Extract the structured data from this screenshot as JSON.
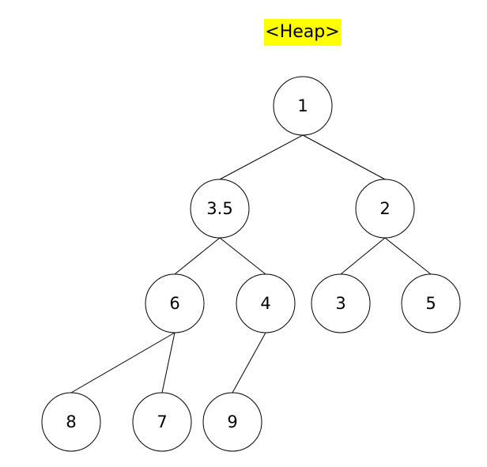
{
  "title": {
    "text": "<Heap>",
    "highlight_color": "#ffff00"
  },
  "tree": {
    "nodes": [
      {
        "id": "n1",
        "label": "1"
      },
      {
        "id": "n35",
        "label": "3.5"
      },
      {
        "id": "n2",
        "label": "2"
      },
      {
        "id": "n6",
        "label": "6"
      },
      {
        "id": "n4",
        "label": "4"
      },
      {
        "id": "n3",
        "label": "3"
      },
      {
        "id": "n5",
        "label": "5"
      },
      {
        "id": "n8",
        "label": "8"
      },
      {
        "id": "n7",
        "label": "7"
      },
      {
        "id": "n9",
        "label": "9"
      }
    ],
    "edges": [
      {
        "from": "n1",
        "to": "n35"
      },
      {
        "from": "n1",
        "to": "n2"
      },
      {
        "from": "n35",
        "to": "n6"
      },
      {
        "from": "n35",
        "to": "n4"
      },
      {
        "from": "n2",
        "to": "n3"
      },
      {
        "from": "n2",
        "to": "n5"
      },
      {
        "from": "n6",
        "to": "n8"
      },
      {
        "from": "n6",
        "to": "n7"
      },
      {
        "from": "n4",
        "to": "n9"
      }
    ],
    "stroke_color": "#000000",
    "fill_color": "#ffffff"
  }
}
